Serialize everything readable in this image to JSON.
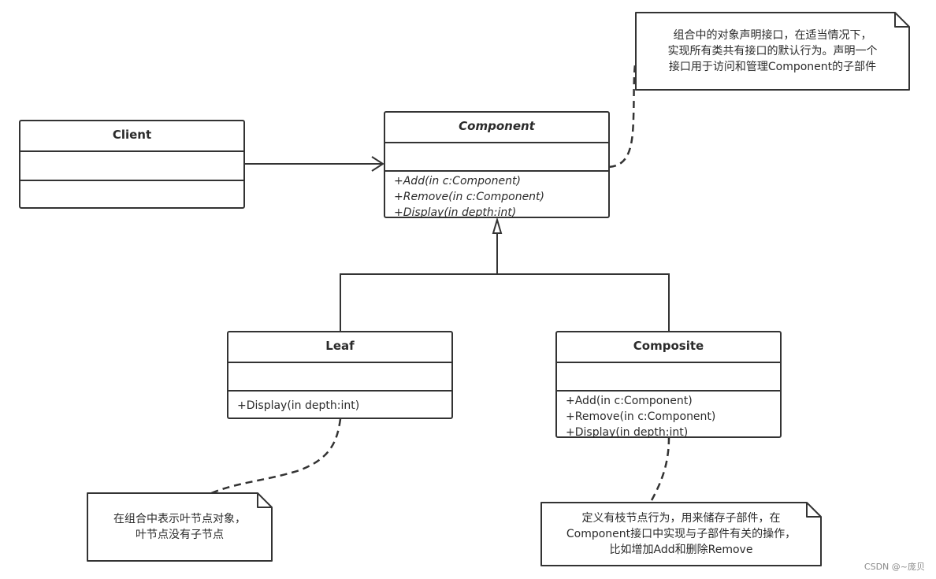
{
  "classes": {
    "client": {
      "name": "Client"
    },
    "component": {
      "name": "Component",
      "operations": [
        "+Add(in c:Component)",
        "+Remove(in c:Component)",
        "+Display(in depth:int)"
      ]
    },
    "leaf": {
      "name": "Leaf",
      "operations": [
        "+Display(in depth:int)"
      ]
    },
    "composite": {
      "name": "Composite",
      "operations": [
        "+Add(in c:Component)",
        "+Remove(in c:Component)",
        "+Display(in depth:int)"
      ]
    }
  },
  "notes": {
    "component_note": [
      "组合中的对象声明接口，在适当情况下，",
      "实现所有类共有接口的默认行为。声明一个",
      "接口用于访问和管理Component的子部件"
    ],
    "leaf_note": [
      "在组合中表示叶节点对象，",
      "叶节点没有子节点"
    ],
    "composite_note": [
      "定义有枝节点行为，用来储存子部件，在",
      "Component接口中实现与子部件有关的操作，",
      "比如增加Add和删除Remove"
    ]
  },
  "watermark": "CSDN @~庞贝",
  "colors": {
    "line": "#333333",
    "background": "#ffffff"
  }
}
